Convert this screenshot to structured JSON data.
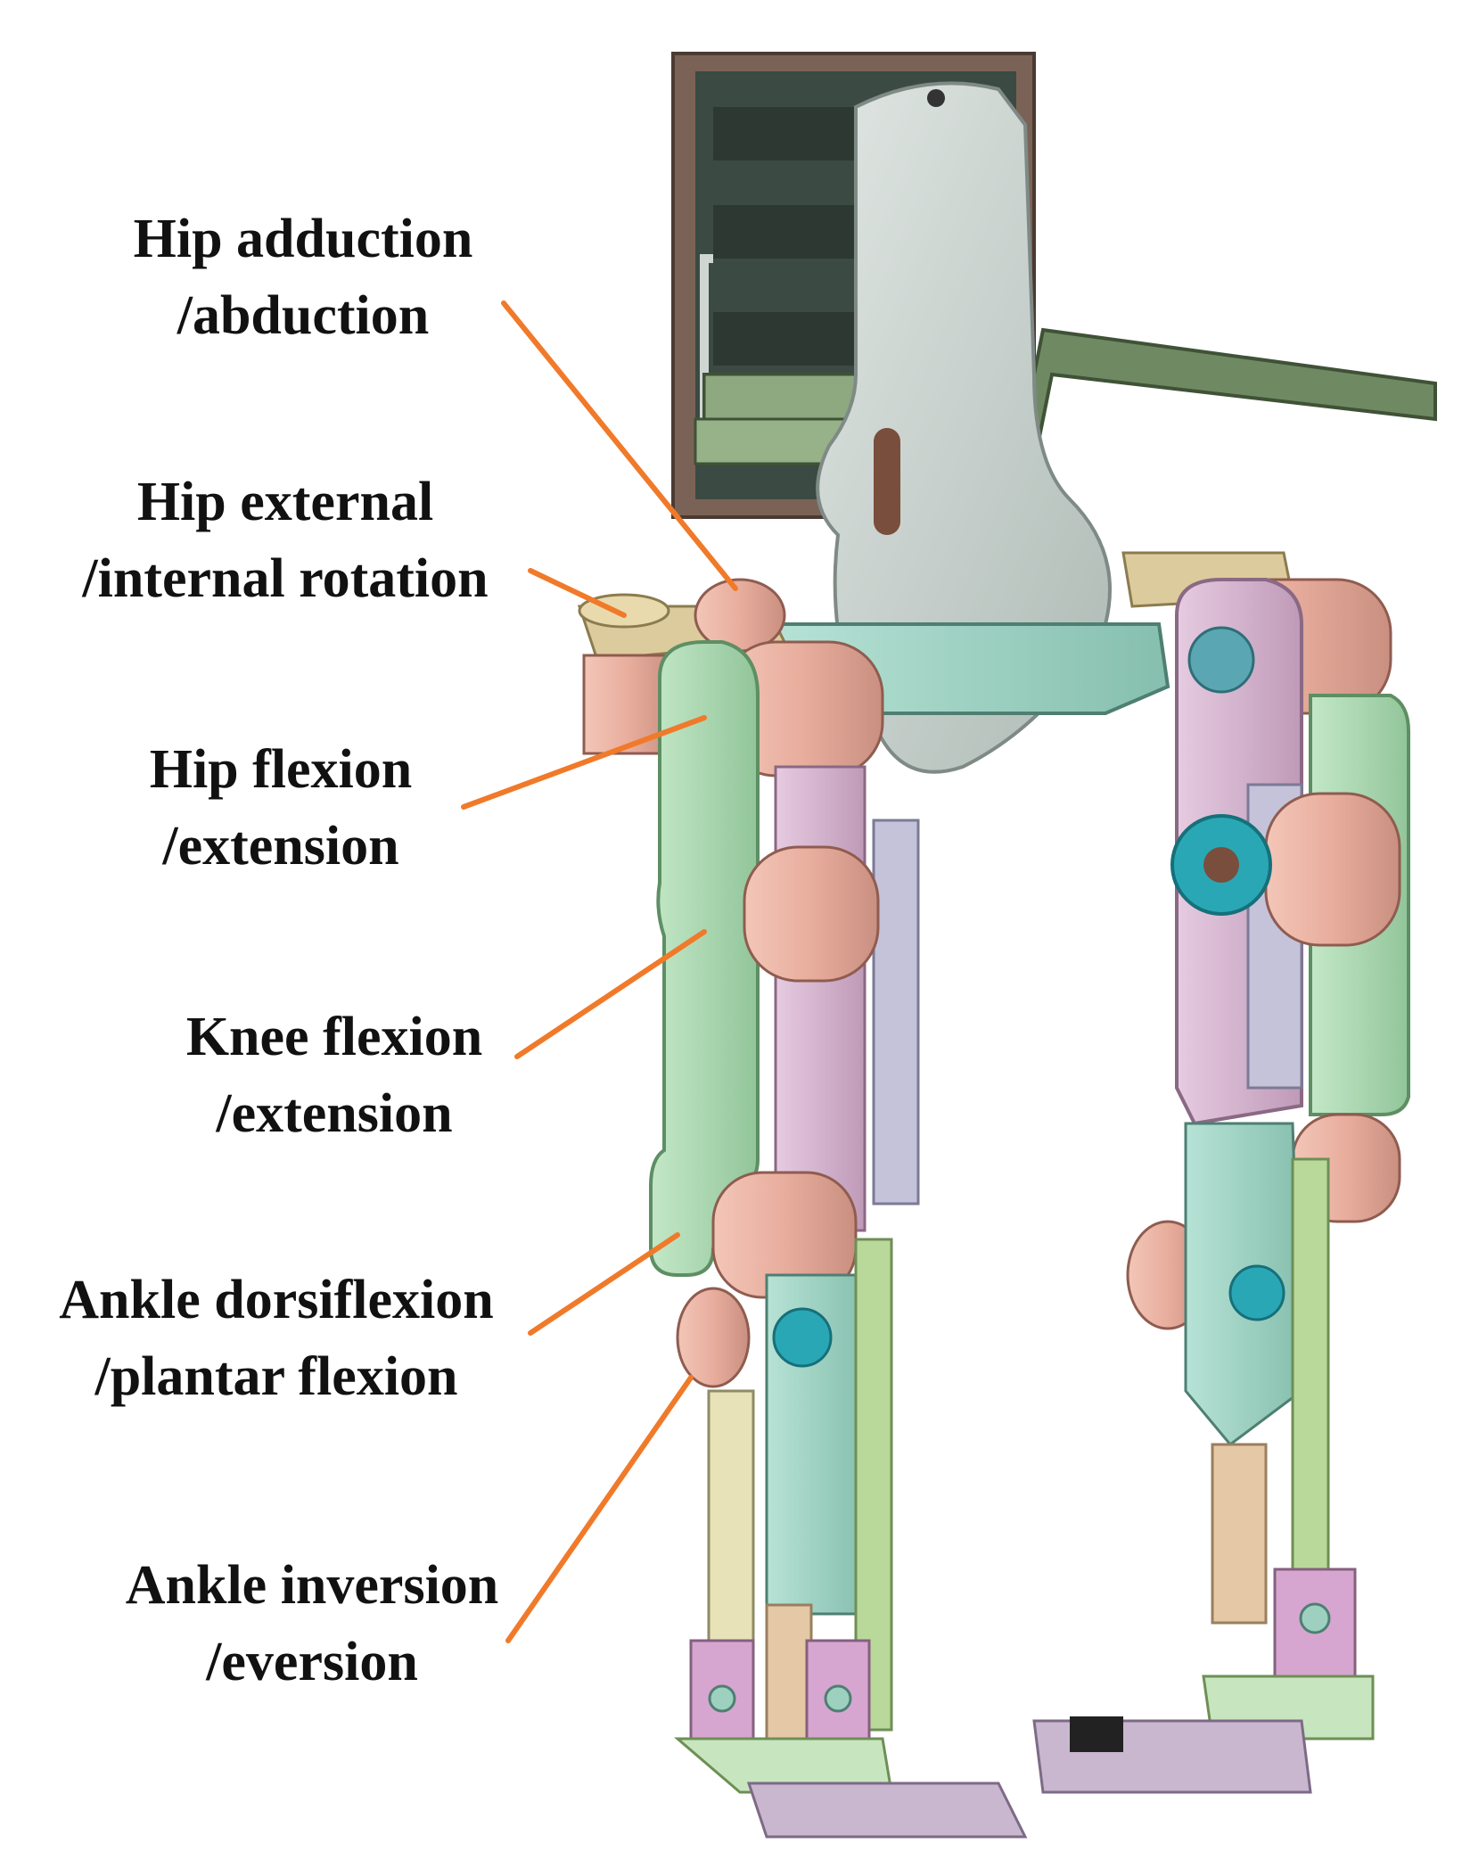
{
  "labels": [
    {
      "id": "hip-abduction",
      "line1": "Hip adduction",
      "line2": "/abduction"
    },
    {
      "id": "hip-rotation",
      "line1": "Hip external",
      "line2": "/internal rotation"
    },
    {
      "id": "hip-flexion",
      "line1": "Hip flexion",
      "line2": "/extension"
    },
    {
      "id": "knee-flexion",
      "line1": "Knee flexion",
      "line2": "/extension"
    },
    {
      "id": "ankle-dorsiflexion",
      "line1": "Ankle dorsiflexion",
      "line2": "/plantar flexion"
    },
    {
      "id": "ankle-inversion",
      "line1": "Ankle inversion",
      "line2": "/eversion"
    }
  ],
  "colors": {
    "leader_line": "#f07a2a",
    "label_text": "#111111",
    "motor_pink": "#e9b3a3",
    "link_green": "#a9d9b0",
    "shank_violet": "#d8b7d2",
    "plate_gray": "#c9d3cf",
    "pack_brown": "#6b5548",
    "hub_teal": "#2aa7b5",
    "thigh_tan": "#dccb9c"
  }
}
